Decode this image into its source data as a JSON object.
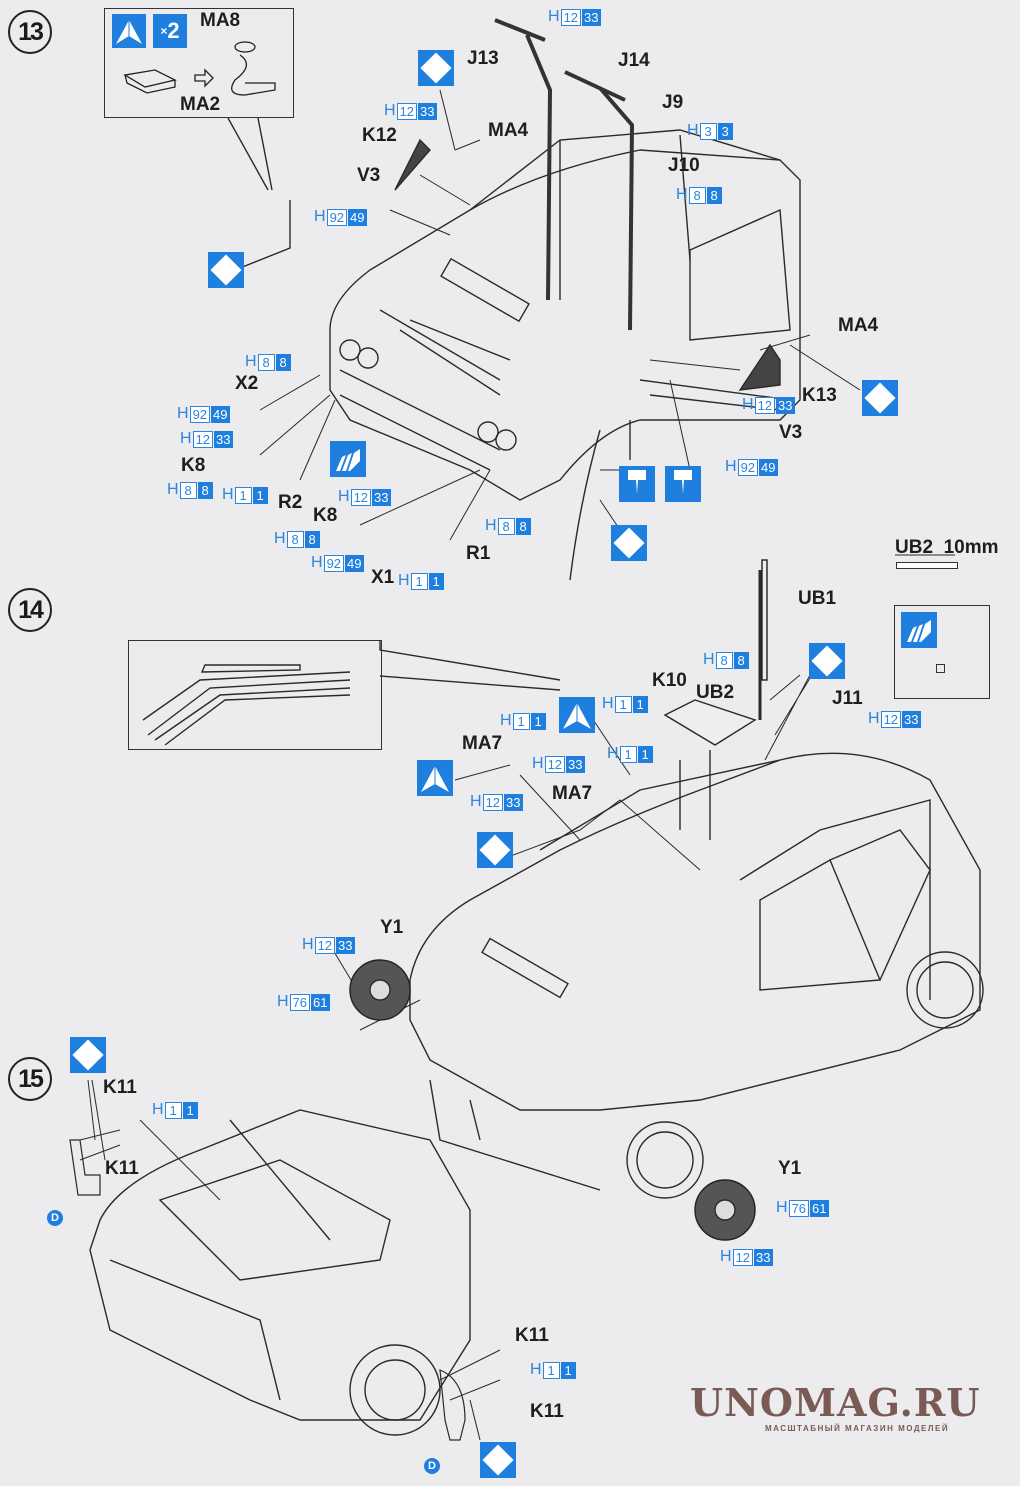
{
  "page": {
    "title": "Assembly instructions — steps 13 to 15"
  },
  "colors": {
    "accent_blue": "#1f7fde",
    "paint_blue": "#2d86de",
    "background": "#ecebed",
    "watermark": "#7a5a55"
  },
  "steps": [
    {
      "number": "13"
    },
    {
      "number": "14"
    },
    {
      "number": "15"
    }
  ],
  "step13": {
    "inset": {
      "multiplier_prefix": "×",
      "multiplier": "2",
      "part_top": "MA8",
      "part_bottom": "MA2",
      "icon": "cement-chevron-icon"
    },
    "labels": {
      "J13": "J13",
      "J14": "J14",
      "J9": "J9",
      "J10": "J10",
      "K12": "K12",
      "MA4_top": "MA4",
      "V3_top": "V3",
      "X2": "X2",
      "K8_left": "K8",
      "R2": "R2",
      "K8_bottom": "K8",
      "X1": "X1",
      "R1": "R1",
      "MA4_right": "MA4",
      "K13": "K13",
      "V3_right": "V3"
    },
    "paints": {
      "wiper": [
        "H",
        "12",
        "33"
      ],
      "K12": [
        "H",
        "12",
        "33"
      ],
      "J9": [
        "H",
        "3",
        "3"
      ],
      "J10": [
        "H",
        "8",
        "8"
      ],
      "V3_top": [
        "H",
        "92",
        "49"
      ],
      "H88_top": [
        "H",
        "8",
        "8"
      ],
      "X2": [
        "H",
        "92",
        "49"
      ],
      "K8_left_top": [
        "H",
        "12",
        "33"
      ],
      "K8_left_bottom": [
        "H",
        "8",
        "8"
      ],
      "R2": [
        "H",
        "1",
        "1"
      ],
      "K8_bottom_top": [
        "H",
        "12",
        "33"
      ],
      "K8_bottom_left": [
        "H",
        "8",
        "8"
      ],
      "X1_left": [
        "H",
        "92",
        "49"
      ],
      "X1_bottom": [
        "H",
        "1",
        "1"
      ],
      "R1_top": [
        "H",
        "8",
        "8"
      ],
      "K13": [
        "H",
        "12",
        "33"
      ],
      "V3_right": [
        "H",
        "92",
        "49"
      ]
    }
  },
  "step14": {
    "labels": {
      "UB1": "UB1",
      "UB2_heading": "UB2",
      "UB2_length": "10mm",
      "K10": "K10",
      "UB2": "UB2",
      "J11": "J11",
      "MA7_left": "MA7",
      "MA7_center": "MA7",
      "Y1": "Y1"
    },
    "paints": {
      "UB2": [
        "H",
        "8",
        "8"
      ],
      "K10": [
        "H",
        "1",
        "1"
      ],
      "J11": [
        "H",
        "12",
        "33"
      ],
      "MA7_left_top": [
        "H",
        "1",
        "1"
      ],
      "MA7_left_bottom": [
        "H",
        "12",
        "33"
      ],
      "MA7_center_left": [
        "H",
        "12",
        "33"
      ],
      "MA7_center_right": [
        "H",
        "1",
        "1"
      ],
      "Y1_top": [
        "H",
        "12",
        "33"
      ],
      "Y1_bottom": [
        "H",
        "76",
        "61"
      ]
    }
  },
  "step15": {
    "labels": {
      "K11_a": "K11",
      "K11_b": "K11",
      "K11_c": "K11",
      "K11_d": "K11",
      "D_left": "D",
      "D_bottom": "D"
    },
    "paints": {
      "K11_top": [
        "H",
        "1",
        "1"
      ],
      "K11_bottom": [
        "H",
        "1",
        "1"
      ],
      "Y1_right": [
        "H",
        "76",
        "61"
      ],
      "Y1_right_bottom": [
        "H",
        "12",
        "33"
      ]
    }
  },
  "watermark": {
    "brand": "UNOMAG.RU",
    "tagline": "МАСШТАБНЫЙ МАГАЗИН МОДЕЛЕЙ"
  }
}
